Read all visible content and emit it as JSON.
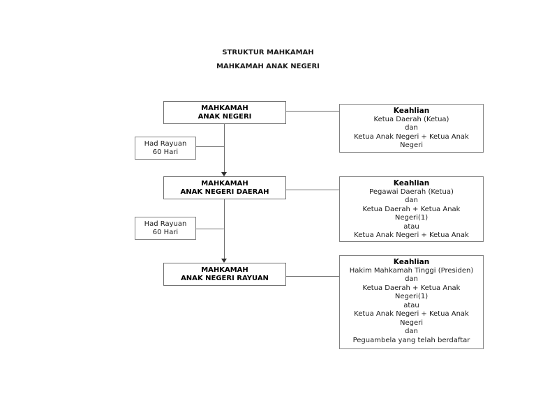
{
  "title": {
    "line1": "STRUKTUR MAHKAMAH",
    "line2": "MAHKAMAH ANAK NEGERI"
  },
  "courts": [
    {
      "id": "mahkamah-anak-negeri",
      "line1": "MAHKAMAH",
      "line2": "ANAK NEGERI"
    },
    {
      "id": "mahkamah-anak-negeri-daerah",
      "line1": "MAHKAMAH",
      "line2": "ANAK NEGERI DAERAH"
    },
    {
      "id": "mahkamah-anak-negeri-rayuan",
      "line1": "MAHKAMAH",
      "line2": "ANAK NEGERI RAYUAN"
    }
  ],
  "appeal_limits": [
    {
      "line1": "Had Rayuan",
      "line2": "60 Hari"
    },
    {
      "line1": "Had Rayuan",
      "line2": "60 Hari"
    }
  ],
  "membership_panels": [
    {
      "heading": "Keahlian",
      "lines": [
        "Ketua Daerah (Ketua)",
        "dan",
        "Ketua Anak Negeri + Ketua Anak",
        "Negeri"
      ]
    },
    {
      "heading": "Keahlian",
      "lines": [
        "Pegawai Daerah (Ketua)",
        "dan",
        "Ketua Daerah + Ketua Anak",
        "Negeri(1)",
        "atau",
        "Ketua Anak Negeri + Ketua Anak"
      ]
    },
    {
      "heading": "Keahlian",
      "lines": [
        "Hakim Mahkamah Tinggi (Presiden)",
        "dan",
        "Ketua Daerah + Ketua Anak",
        "Negeri(1)",
        "atau",
        "Ketua Anak Negeri + Ketua Anak",
        "Negeri",
        "dan",
        "Peguambela yang telah berdaftar"
      ]
    }
  ],
  "colors": {
    "border": "#808080",
    "text": "#1a1a1a",
    "connector": "#6e6e6e",
    "background": "#ffffff"
  }
}
